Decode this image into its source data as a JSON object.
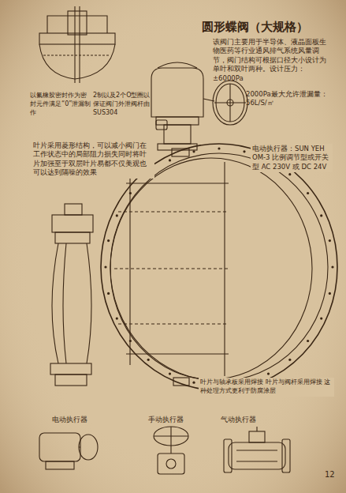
{
  "diagram": {
    "title": "圆形蝶阀（大规格）",
    "labels": [
      "该阀门主要用于半导体、液晶面板生物医药等行业通风排气系统风量调节，阀门结构可根据口径大小设计为单叶和双叶两种。设计压力：±6000Pa",
      "2000Pa最大允许泄漏量：56L/S/㎡",
      "以氟橡胶密封作为密封元件满足“0”泄漏制作",
      "2制以及2个O型圈以保证阀门外泄阀杆由SUS304",
      "叶片采用菱形结构，可以减小阀门在工作状态中的局部阻力损失同时将叶片加强至于双层叶片易都不仅美观也可以达到隔噪的效果",
      "电动执行器：SUN YEH OM-3 比例调节型或开关型 AC 230V 或 DC 24V",
      "叶片与轴承板采用焊接 叶片与阀杆采用焊接 这种处理方式更利于防腐涂层",
      "电动执行器",
      "手动执行器",
      "气动执行器",
      "12"
    ]
  }
}
